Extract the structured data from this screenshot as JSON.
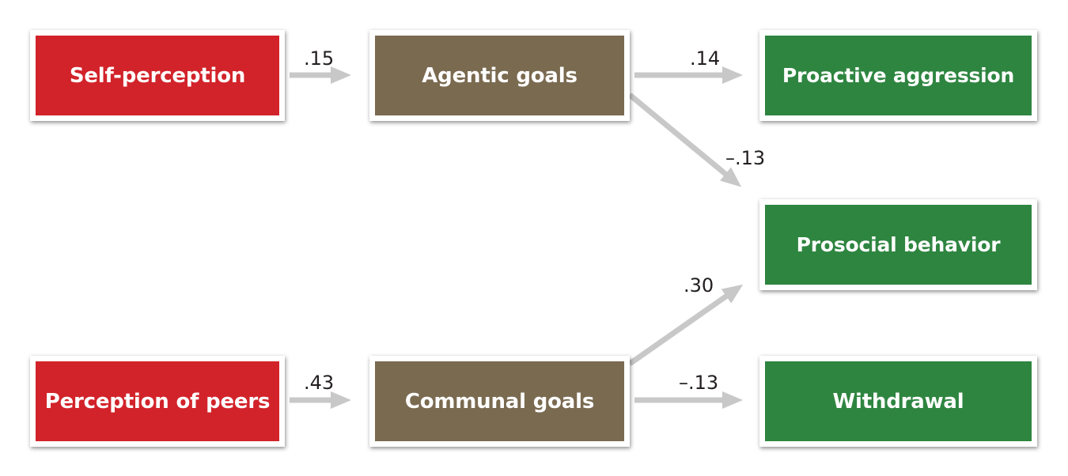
{
  "colors": {
    "input": "#d2232a",
    "goal": "#7a6a50",
    "outcome": "#2e8540",
    "arrow": "#c8c8c8",
    "label": "#231f20"
  },
  "nodes": {
    "self_perception": {
      "label": "Self-perception"
    },
    "agentic_goals": {
      "label": "Agentic goals"
    },
    "proactive_aggression": {
      "label": "Proactive aggression"
    },
    "prosocial_behavior": {
      "label": "Prosocial behavior"
    },
    "perception_of_peers": {
      "label": "Perception of peers"
    },
    "communal_goals": {
      "label": "Communal goals"
    },
    "withdrawal": {
      "label": "Withdrawal"
    }
  },
  "edges": [
    {
      "from": "self_perception",
      "to": "agentic_goals",
      "label": ".15"
    },
    {
      "from": "agentic_goals",
      "to": "proactive_aggression",
      "label": ".14"
    },
    {
      "from": "agentic_goals",
      "to": "prosocial_behavior",
      "label": "–.13"
    },
    {
      "from": "communal_goals",
      "to": "prosocial_behavior",
      "label": ".30"
    },
    {
      "from": "perception_of_peers",
      "to": "communal_goals",
      "label": ".43"
    },
    {
      "from": "communal_goals",
      "to": "withdrawal",
      "label": "–.13"
    }
  ]
}
